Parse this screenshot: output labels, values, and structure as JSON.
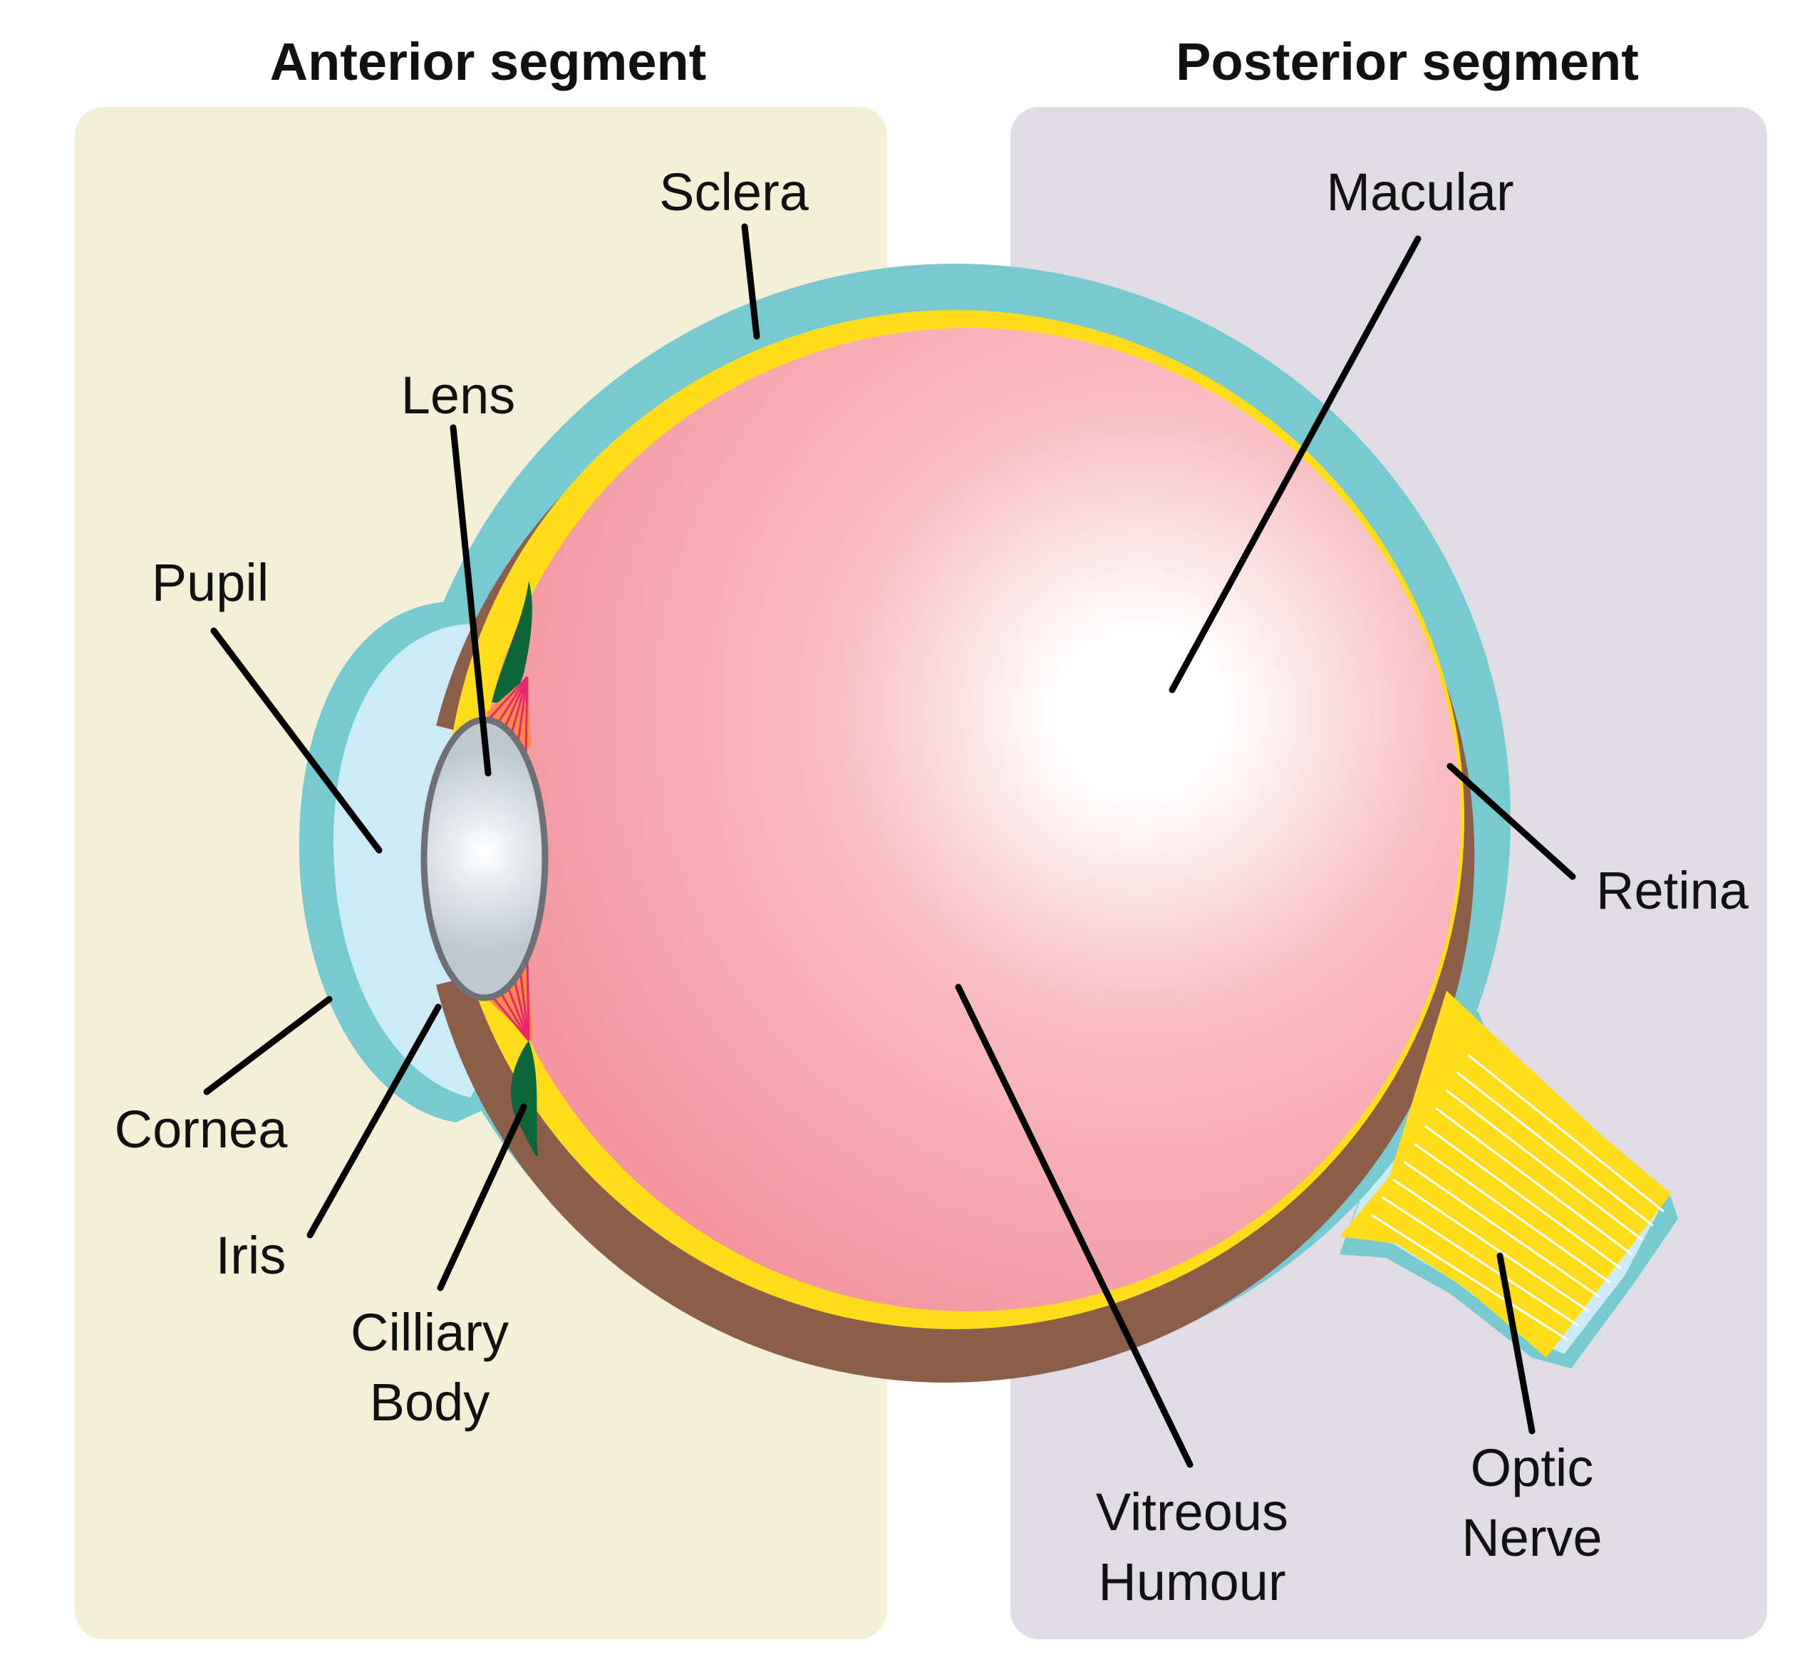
{
  "segments": {
    "anterior": "Anterior segment",
    "posterior": "Posterior segment"
  },
  "labels": {
    "sclera": "Sclera",
    "macular": "Macular",
    "lens": "Lens",
    "pupil": "Pupil",
    "retina": "Retina",
    "cornea": "Cornea",
    "iris": "Iris",
    "ciliary_line1": "Cilliary",
    "ciliary_line2": "Body",
    "vitreous_line1": "Vitreous",
    "vitreous_line2": "Humour",
    "optic_line1": "Optic",
    "optic_line2": "Nerve"
  },
  "colors": {
    "anterior_panel": "#F4F0D8",
    "posterior_panel": "#E0DCE6",
    "sclera": "#76CAD0",
    "choroid": "#8B5E4A",
    "retina": "#FFDD1A",
    "vitreous": "#F4959F",
    "cornea_fluid": "#CDEAF8",
    "lens": "#D4DAE0",
    "iris": "#0C6638",
    "ciliary": "#FF8A4A"
  }
}
